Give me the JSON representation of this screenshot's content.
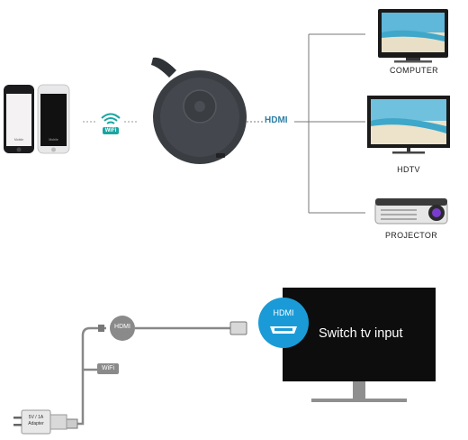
{
  "top_diagram": {
    "phones": [
      {
        "screen_text": "Mobile"
      },
      {
        "screen_text": "Mobile"
      }
    ],
    "wifi_badge": "WiFi",
    "hdmi_label": "HDMI",
    "outputs": [
      {
        "label": "COMPUTER"
      },
      {
        "label": "HDTV"
      },
      {
        "label": "PROJECTOR"
      }
    ]
  },
  "bottom_diagram": {
    "hdmi_bubble": "HDMI",
    "wifi_tag": "WiFi",
    "adapter_text": [
      "5V / 1A",
      "Adapter"
    ],
    "tv_hdmi_badge": "HDMI",
    "tv_message": "Switch tv input"
  },
  "colors": {
    "hdmi_blue": "#2e7fa6",
    "wifi_teal": "#1aa5a0",
    "tv_badge_blue": "#1a9bd7",
    "dongle": "#3a3d42"
  }
}
